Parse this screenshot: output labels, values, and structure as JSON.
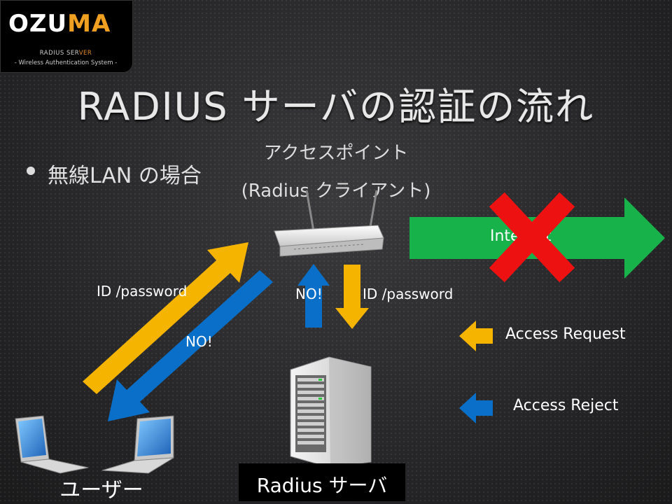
{
  "logo": {
    "brand_part1": "OZU",
    "brand_part2": "MA",
    "sub_line1_a": "RADIUS SER",
    "sub_line1_b": "VER",
    "sub_line2": "- Wireless Authentication System -"
  },
  "title": "RADIUS サーバの認証の流れ",
  "bullet": "無線LAN の場合",
  "access_point": {
    "label_line1": "アクセスポイント",
    "label_line2": "(Radius クライアント)"
  },
  "arrows": {
    "user_to_ap": "ID /password",
    "ap_to_user": "NO!",
    "server_to_ap": "NO!",
    "ap_to_server": "ID /password"
  },
  "internet": {
    "label": "Internet",
    "blocked": true
  },
  "legend": {
    "request": "Access Request",
    "reject": "Access Reject"
  },
  "server_label": "Radius サーバ",
  "users_label": "ユーザー",
  "colors": {
    "request_arrow": "#f5b400",
    "reject_arrow": "#0a6fc8",
    "internet_arrow": "#17b24a",
    "block_cross": "#ee1111"
  }
}
